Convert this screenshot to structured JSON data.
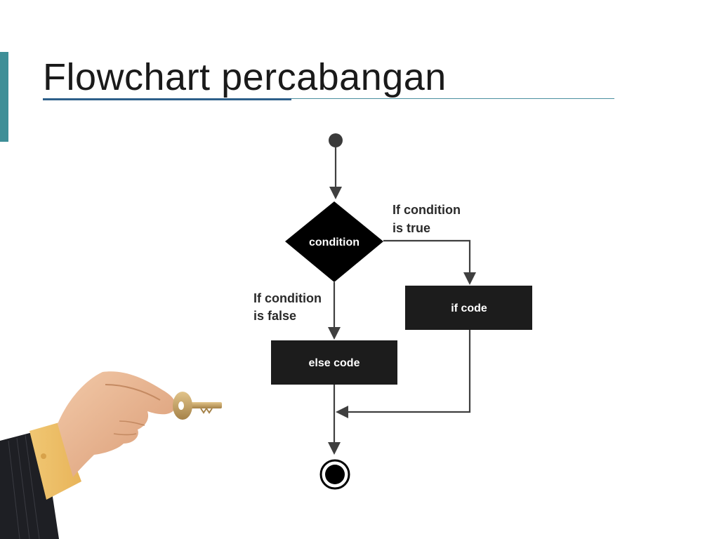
{
  "slide": {
    "title": "Flowchart percabangan",
    "accent_color": "#3e8f97"
  },
  "flowchart": {
    "nodes": {
      "condition": "condition",
      "if_code": "if code",
      "else_code": "else code"
    },
    "edges": {
      "true_label_line1": "If condition",
      "true_label_line2": "is true",
      "false_label_line1": "If condition",
      "false_label_line2": "is false"
    }
  },
  "decoration": {
    "image_subject": "hand-holding-key"
  }
}
